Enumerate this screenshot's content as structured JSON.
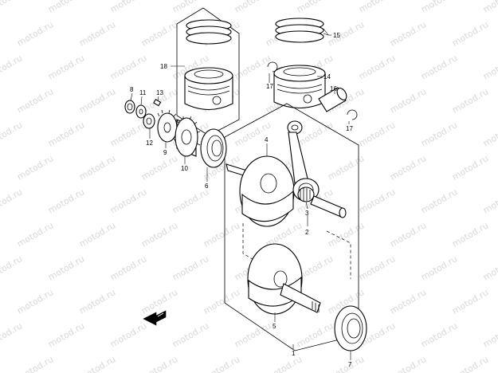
{
  "watermark": {
    "text": "motod.ru"
  },
  "callouts": [
    {
      "id": "1",
      "label": "1"
    },
    {
      "id": "2",
      "label": "2"
    },
    {
      "id": "3",
      "label": "3"
    },
    {
      "id": "4",
      "label": "4"
    },
    {
      "id": "5",
      "label": "5"
    },
    {
      "id": "6",
      "label": "6"
    },
    {
      "id": "7",
      "label": "7"
    },
    {
      "id": "8",
      "label": "8"
    },
    {
      "id": "9",
      "label": "9"
    },
    {
      "id": "10",
      "label": "10"
    },
    {
      "id": "11",
      "label": "11"
    },
    {
      "id": "12",
      "label": "12"
    },
    {
      "id": "13",
      "label": "13"
    },
    {
      "id": "14",
      "label": "14"
    },
    {
      "id": "15",
      "label": "15"
    },
    {
      "id": "16",
      "label": "16"
    },
    {
      "id": "17a",
      "label": "17"
    },
    {
      "id": "17b",
      "label": "17"
    },
    {
      "id": "18",
      "label": "18"
    }
  ],
  "icons": {
    "front_arrow": "front-direction-arrow-icon"
  }
}
